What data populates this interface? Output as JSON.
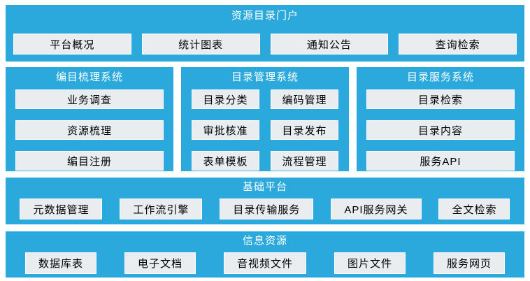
{
  "colors": {
    "panel_blue": "#2BA9DC",
    "button_bg": "#E9EDF0",
    "button_border": "#FFFFFF",
    "button_text": "#000000",
    "title_text": "#FFFFFF",
    "background": "#FFFFFF"
  },
  "portal": {
    "title": "资源目录门户",
    "buttons": [
      "平台概况",
      "统计图表",
      "通知公告",
      "查询检索"
    ]
  },
  "systems": [
    {
      "title": "编目梳理系统",
      "buttons": [
        "业务调查",
        "资源梳理",
        "编目注册"
      ]
    },
    {
      "title": "目录管理系统",
      "buttons": [
        "目录分类",
        "编码管理",
        "审批核准",
        "目录发布",
        "表单模板",
        "流程管理"
      ]
    },
    {
      "title": "目录服务系统",
      "buttons": [
        "目录检索",
        "目录内容",
        "服务API"
      ]
    }
  ],
  "platform": {
    "title": "基础平台",
    "buttons": [
      "元数据管理",
      "工作流引擎",
      "目录传输服务",
      "API服务网关",
      "全文检索"
    ]
  },
  "resources": {
    "title": "信息资源",
    "buttons": [
      "数据库表",
      "电子文档",
      "音视频文件",
      "图片文件",
      "服务网页"
    ]
  }
}
